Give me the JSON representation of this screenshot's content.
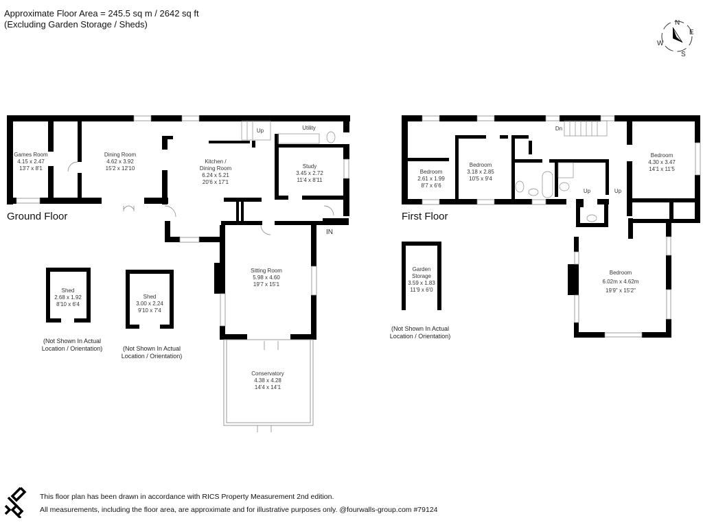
{
  "header": {
    "floor_area": "Approximate Floor Area = 245.5 sq m / 2642 sq ft",
    "exclusion": "(Excluding Garden Storage / Sheds)"
  },
  "compass": {
    "n": "N",
    "e": "E",
    "s": "S",
    "w": "W"
  },
  "ground_floor": {
    "title": "Ground Floor",
    "rooms": [
      {
        "name": "Games Room",
        "metric": "4.15 x 2.47",
        "imperial": "13'7 x 8'1"
      },
      {
        "name": "Dining Room",
        "metric": "4.62 x 3.92",
        "imperial": "15'2 x 12'10"
      },
      {
        "name": "Kitchen /",
        "name2": "Dining Room",
        "metric": "6.24 x 5.21",
        "imperial": "20'6 x 17'1"
      },
      {
        "name": "Study",
        "metric": "3.45 x 2.72",
        "imperial": "11'4 x 8'11"
      },
      {
        "name": "Sitting Room",
        "metric": "5.98 x 4.60",
        "imperial": "19'7 x 15'1"
      },
      {
        "name": "Conservatory",
        "metric": "4.38 x 4.28",
        "imperial": "14'4 x 14'1"
      }
    ],
    "labels": {
      "utility": "Utility",
      "up": "Up",
      "entrance": "IN"
    }
  },
  "outbuildings": {
    "sheds": [
      {
        "name": "Shed",
        "metric": "2.68 x 1.92",
        "imperial": "8'10 x 6'4"
      },
      {
        "name": "Shed",
        "metric": "3.00 x 2.24",
        "imperial": "9'10 x 7'4"
      }
    ],
    "garden_storage": {
      "name": "Garden",
      "name2": "Storage",
      "metric": "3.59 x 1.83",
      "imperial": "11'9 x 6'0"
    },
    "note_line1": "(Not Shown In Actual",
    "note_line2": "Location / Orientation)"
  },
  "first_floor": {
    "title": "First Floor",
    "rooms": [
      {
        "name": "Bedroom",
        "metric": "2.61 x 1.99",
        "imperial": "8'7 x 6'6"
      },
      {
        "name": "Bedroom",
        "metric": "3.18 x 2.85",
        "imperial": "10'5 x 9'4"
      },
      {
        "name": "Bedroom",
        "metric": "4.30 x 3.47",
        "imperial": "14'1 x 11'5"
      },
      {
        "name": "Bedroom",
        "metric": "6.02m x 4.62m",
        "imperial": "19'9\" x 15'2\""
      }
    ],
    "labels": {
      "down": "Dn",
      "up1": "Up",
      "up2": "Up"
    }
  },
  "footer": {
    "line1": "This floor plan has been drawn in accordance with RICS Property Measurement 2nd edition.",
    "line2": "All measurements, including the floor area, are approximate and for illustrative purposes only. @fourwalls-group.com #79124"
  },
  "colors": {
    "wall": "#000000",
    "window": "#bbbbbb",
    "text": "#333333",
    "background": "#ffffff"
  }
}
